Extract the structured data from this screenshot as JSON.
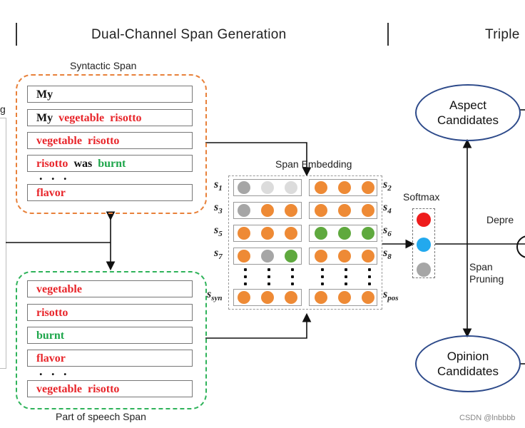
{
  "header": {
    "middle_title": "Dual-Channel Span Generation",
    "right_title": "Triple"
  },
  "syntactic": {
    "label": "Syntactic Span",
    "rows": [
      [
        {
          "t": "My",
          "c": "black"
        }
      ],
      [
        {
          "t": "My",
          "c": "black"
        },
        {
          "t": "vegetable",
          "c": "red"
        },
        {
          "t": "risotto",
          "c": "red"
        }
      ],
      [
        {
          "t": "vegetable",
          "c": "red"
        },
        {
          "t": "risotto",
          "c": "red"
        }
      ],
      [
        {
          "t": "risotto",
          "c": "red"
        },
        {
          "t": "was",
          "c": "black"
        },
        {
          "t": "burnt",
          "c": "green"
        }
      ],
      [
        {
          "t": "flavor",
          "c": "red"
        }
      ]
    ],
    "ellipsis": ". . ."
  },
  "pos": {
    "label": "Part of speech Span",
    "rows": [
      [
        {
          "t": "vegetable",
          "c": "red"
        }
      ],
      [
        {
          "t": "risotto",
          "c": "red"
        }
      ],
      [
        {
          "t": "burnt",
          "c": "green"
        }
      ],
      [
        {
          "t": "flavor",
          "c": "red"
        }
      ],
      [
        {
          "t": "vegetable",
          "c": "red"
        },
        {
          "t": "risotto",
          "c": "red"
        }
      ]
    ],
    "ellipsis": ". . ."
  },
  "embedding": {
    "label": "Span Embedding",
    "left_labels": [
      {
        "b": "s",
        "sub": "1"
      },
      {
        "b": "s",
        "sub": "3"
      },
      {
        "b": "s",
        "sub": "5"
      },
      {
        "b": "s",
        "sub": "7"
      },
      {
        "b": "s",
        "sub": "syn"
      }
    ],
    "right_labels": [
      {
        "b": "s",
        "sub": "2"
      },
      {
        "b": "s",
        "sub": "4"
      },
      {
        "b": "s",
        "sub": "6"
      },
      {
        "b": "s",
        "sub": "8"
      },
      {
        "b": "s",
        "sub": "pos"
      }
    ],
    "left_rows": [
      [
        "gray",
        "lgray",
        "lgray"
      ],
      [
        "gray",
        "orange",
        "orange"
      ],
      [
        "orange",
        "orange",
        "orange"
      ],
      [
        "orange",
        "gray",
        "green"
      ],
      [
        "orange",
        "orange",
        "orange"
      ]
    ],
    "right_rows": [
      [
        "orange",
        "orange",
        "orange"
      ],
      [
        "orange",
        "orange",
        "orange"
      ],
      [
        "green",
        "green",
        "green"
      ],
      [
        "orange",
        "orange",
        "orange"
      ],
      [
        "orange",
        "orange",
        "orange"
      ]
    ]
  },
  "softmax": {
    "label": "Softmax",
    "colors": [
      "#ee1c1c",
      "#22a9ee",
      "#a6a6a6"
    ]
  },
  "pruning": {
    "label_line1": "Span",
    "label_line2": "Pruning"
  },
  "aspect": {
    "line1": "Aspect",
    "line2": "Candidates"
  },
  "opinion": {
    "line1": "Opinion",
    "line2": "Candidates"
  },
  "right_partial": {
    "text": "Depre"
  },
  "watermark": {
    "text": "CSDN @lnbbbb"
  },
  "colors": {
    "orange_border": "#e8813a",
    "green_border": "#2fb35a",
    "ellipse_border": "#2d4a8a"
  }
}
